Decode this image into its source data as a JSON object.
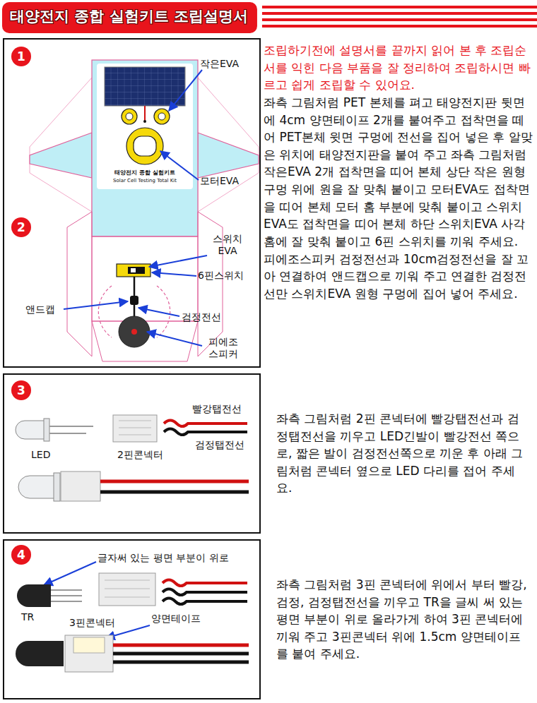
{
  "diagram": {
    "title": "태양전지 종합 실험키트 조립설명서",
    "nodes": [
      {
        "text": [
          "조립하기전에 설명서를 끝까지 읽어 본 후 조립순서를 익힌 다음 부품을 잘 정리하여 조립하시면 빠르고 쉽게 조립할 수 있어요.",
          "좌측 그림처럼 PET 본체를 펴고 태양전지판 뒷면에 4cm 양면테이프 2개를 붙여주고 접착면을 떼어 PET본체 윗면 구멍에 전선을 집어 넣은 후 알맞은 위치에 태양전지판을 붙여 주고 좌측 그림처럼 작은EVA 2개 접착면을 띠어 본체 상단 작은 원형 구멍 위에 원을 잘 맞춰 붙이고 모터EVA도 접착면을 띠어 본체 모터 홈 부분에 맞춰 붙이고 스위치EVA도 접착면을 띠어 본체 하단 스위치EVA 사각홈에 잘 맞춰 붙이고 6핀 스위치를 끼워 주세요.",
          "피에조스피커 검정전선과 10cm검정전선을 잘 꼬아 연결하여 앤드캡으로 끼워 주고 연결한 검정전선만 스위치EVA 원형 구멍에 집어 넣어 주세요."
        ]
      },
      {
        "text": [
          "1"
        ],
        "in": 0
      },
      {
        "text": [
          "2"
        ],
        "in": 0
      },
      {
        "text": [
          "좌측 그림처럼 2핀 콘넥터에 빨강탭전선과 검정탭전선을 끼우고 LED긴발이 빨강전선 쪽으로, 짧은 발이 검정전선쪽으로 끼운 후 아래 그림처럼 콘넥터 옆으로 LED 다리를 접어 주세요."
        ]
      },
      {
        "text": [
          "3"
        ],
        "in": 3
      },
      {
        "text": [
          "좌측 그림처럼 3핀 콘넥터에 위에서 부터 빨강, 검정, 검정탭전선을 끼우고 TR을 글씨 써 있는 평면 부분이 위로 올라가게 하여 3핀 콘넥터에 끼워 주고 3핀콘넥터 위에 1.5cm 양면테이프를 붙여 주세요."
        ]
      },
      {
        "text": [
          "4"
        ],
        "in": 5
      }
    ],
    "labels": [
      "작은EVA",
      "태양전지 종합 실험키트",
      "Solar Cell Testing Total Kit",
      "모터EVA",
      "스위치 EVA",
      "6핀스위치",
      "앤드캡",
      "검정전선",
      "피에조 스피커",
      "빨강탭전선",
      "검정탭전선",
      "LED",
      "2핀콘넥터",
      "글자써 있는 평면 부분이 위로",
      "TR",
      "3핀콘넥터",
      "양면테이프"
    ]
  }
}
